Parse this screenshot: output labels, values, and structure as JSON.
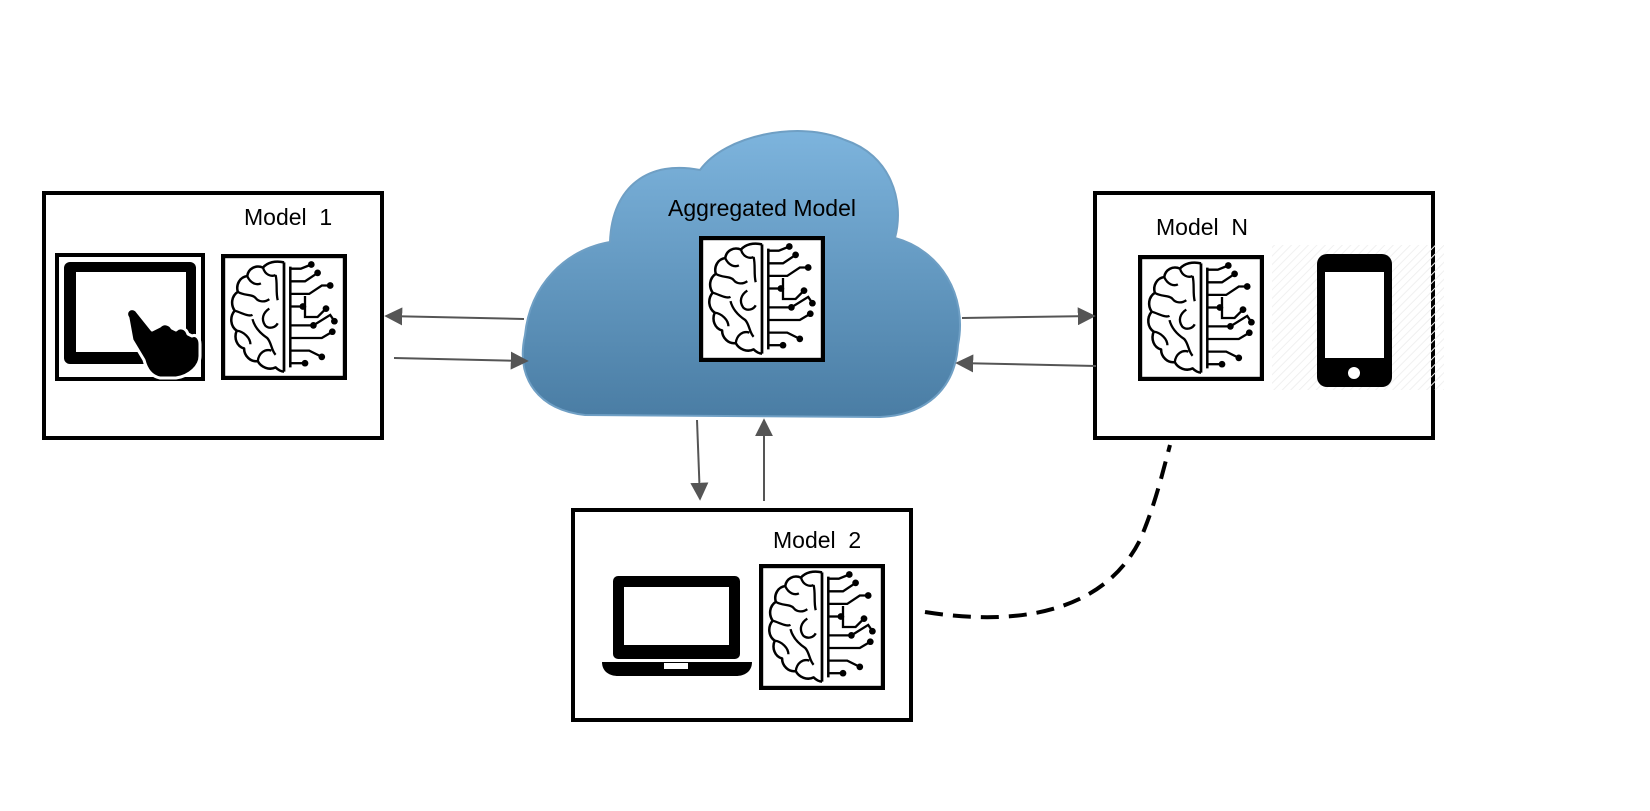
{
  "cloud": {
    "label": "Aggregated Model"
  },
  "clients": {
    "model_1": {
      "label": "Model  1",
      "device_icon": "tablet-touch-icon"
    },
    "model_2": {
      "label": "Model  2",
      "device_icon": "laptop-icon"
    },
    "model_n": {
      "label": "Model  N",
      "device_icon": "smartphone-icon"
    }
  },
  "icons": {
    "model_icon": "brain-circuit-icon"
  },
  "colors": {
    "cloud_top": "#78b0da",
    "cloud_bottom": "#4a7ea5",
    "arrow": "#555555",
    "box_border": "#000000"
  }
}
